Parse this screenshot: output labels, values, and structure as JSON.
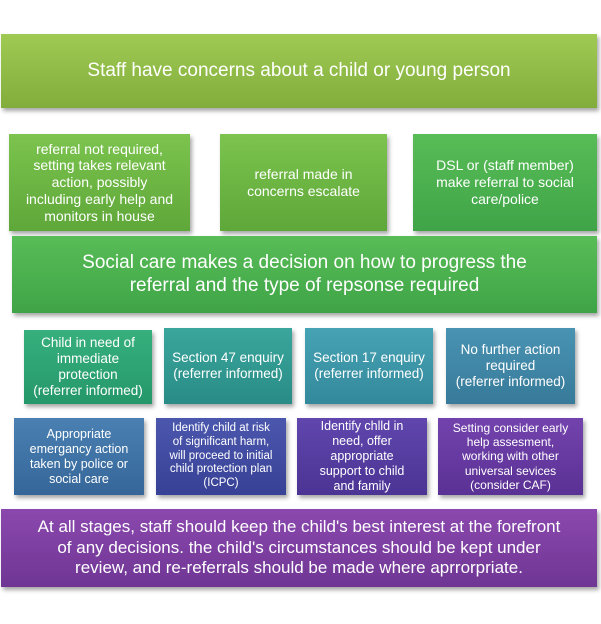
{
  "top": {
    "title": "Staff have concerns about a child or young person"
  },
  "row1": {
    "left": "referral not required,\nsetting takes relevant\naction, possibly\nincluding early help and\nmonitors in house",
    "middle": "referral made in\nconcerns escalate",
    "right": "DSL or (staff member)\nmake referral to social\ncare/police"
  },
  "decision": {
    "text": "Social care makes  a decision on how to progress the\nreferral and the type of repsonse required"
  },
  "row3": {
    "immediate": "Child in need of\nimmediate\nprotection\n(referrer informed)",
    "section47": "Section 47 enquiry\n(referrer informed)",
    "section17": "Section 17 enquiry\n(referrer informed)",
    "nofurther": "No further action\nrequired\n(referrer informed)"
  },
  "row4": {
    "emergency": "Appropriate\nemergancy action\ntaken by police or\nsocial care",
    "icpc": "Identify child at risk\nof significant harm,\nwill proceed to initial\nchild protection plan\n(ICPC)",
    "childinneed": "Identify chlld in\nneed, offer\nappropriate\nsupport to child\nand family",
    "earlyhelp": "Setting consider early\nhelp assesment,\nworking with other\nuniversal sevices\n(consider CAF)"
  },
  "footer": {
    "text": "At all stages, staff should keep the child's best interest at the forefront\nof any decisions. the child's circumstances should be kept under\nreview, and        re-referrals should be made where aprrorpriate."
  }
}
